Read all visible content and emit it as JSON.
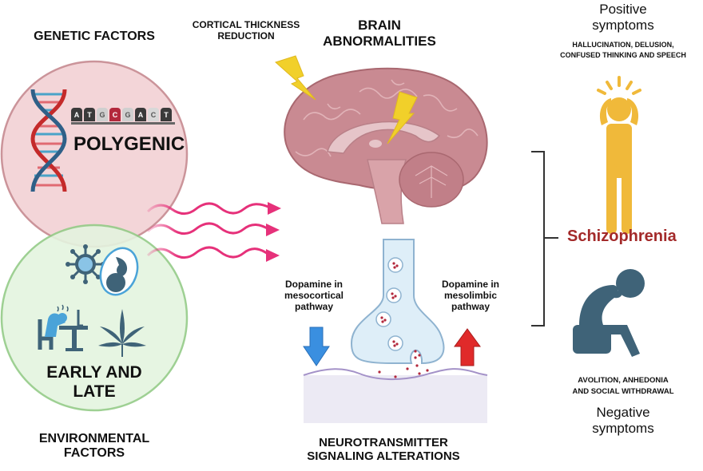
{
  "genetic": {
    "heading": "GENETIC FACTORS",
    "circle_label": "POLYGENIC",
    "sequence": [
      "A",
      "T",
      "G",
      "C",
      "G",
      "A",
      "C",
      "T"
    ]
  },
  "environmental": {
    "circle_label_line1": "EARLY AND",
    "circle_label_line2": "LATE",
    "heading_line1": "ENVIRONMENTAL",
    "heading_line2": "FACTORS"
  },
  "brain": {
    "annotation_line1": "CORTICAL THICKNESS",
    "annotation_line2": "REDUCTION",
    "heading_line1": "BRAIN",
    "heading_line2": "ABNORMALITIES"
  },
  "synapse": {
    "left_label_line1": "Dopamine in",
    "left_label_line2": "mesocortical",
    "left_label_line3": "pathway",
    "left_arrow_direction": "down",
    "right_label_line1": "Dopamine in",
    "right_label_line2": "mesolimbic",
    "right_label_line3": "pathway",
    "right_arrow_direction": "up",
    "heading_line1": "NEUROTRANSMITTER",
    "heading_line2": "SIGNALING ALTERATIONS"
  },
  "symptoms": {
    "positive_title_line1": "Positive",
    "positive_title_line2": "symptoms",
    "positive_desc_line1": "HALLUCINATION, DELUSION,",
    "positive_desc_line2": "CONFUSED THINKING AND SPEECH",
    "disease": "Schizophrenia",
    "negative_desc_line1": "AVOLITION, ANHEDONIA",
    "negative_desc_line2": "AND SOCIAL WITHDRAWAL",
    "negative_title_line1": "Negative",
    "negative_title_line2": "symptoms"
  },
  "colors": {
    "genetic_fill": "#f3d3d6",
    "genetic_stroke": "#c98f95",
    "env_fill": "#e4f4df",
    "env_stroke": "#94cc88",
    "wave": "#e6317a",
    "disease": "#a32a2a",
    "positive_figure": "#f0b93a",
    "negative_figure": "#3f6378",
    "dopamine_down": "#3a8fe0",
    "dopamine_up": "#e02a2a"
  }
}
